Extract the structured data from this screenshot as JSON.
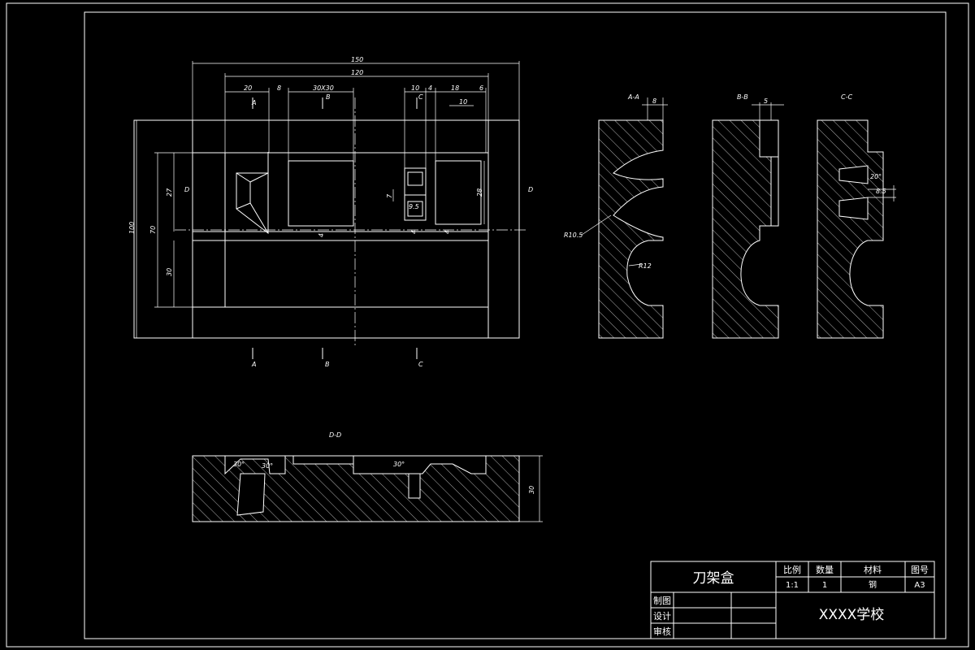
{
  "dimensions": {
    "overall_width": "150",
    "inner_width": "120",
    "d20": "20",
    "d8": "8",
    "d30x30": "30X30",
    "d10": "10",
    "d4": "4",
    "d18": "18",
    "d6": "6",
    "d10b": "10",
    "overall_height": "100",
    "h70": "70",
    "h27": "27",
    "h30": "30",
    "h28": "28",
    "h7": "7",
    "h95": "9.5",
    "h4a": "4",
    "h4b": "4",
    "h4c": "4",
    "dd_depth": "30",
    "aa_top": "8",
    "bb_top": "5",
    "cc_angle": "20°",
    "cc_gap": "8.5",
    "r105": "R10.5",
    "r12": "R12",
    "dd_a1": "30°",
    "dd_a2": "30°",
    "dd_a3": "30°"
  },
  "section_labels": {
    "aa": "A-A",
    "bb": "B-B",
    "cc": "C-C",
    "dd": "D-D"
  },
  "cut_markers": {
    "a_top": "A",
    "b_top": "B",
    "c_top": "C",
    "a_bot": "A",
    "b_bot": "B",
    "c_bot": "C",
    "d_left": "D",
    "d_right": "D"
  },
  "title_block": {
    "part_name": "刀架盒",
    "scale_label": "比例",
    "scale_value": "1:1",
    "qty_label": "数量",
    "qty_value": "1",
    "material_label": "材料",
    "material_value": "钢",
    "drawing_no_label": "图号",
    "drawing_no_value": "A3",
    "drawn_label": "制图",
    "design_label": "设计",
    "review_label": "审核",
    "school": "XXXX学校"
  }
}
